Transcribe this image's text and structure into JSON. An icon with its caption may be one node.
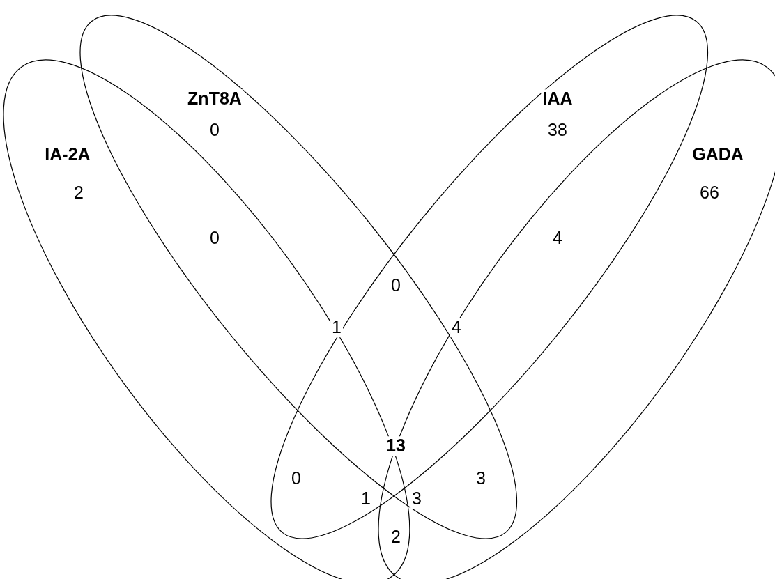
{
  "diagram": {
    "nodes": [
      {
        "text": [
          "ZnT8A"
        ]
      },
      {
        "text": [
          "IAA"
        ]
      },
      {
        "text": [
          "IA-2A"
        ]
      },
      {
        "text": [
          "GADA"
        ]
      }
    ],
    "labels": [
      "0",
      "38",
      "2",
      "66",
      "0",
      "4",
      "0",
      "1",
      "4",
      "13",
      "0",
      "3",
      "1",
      "3",
      "2"
    ]
  }
}
